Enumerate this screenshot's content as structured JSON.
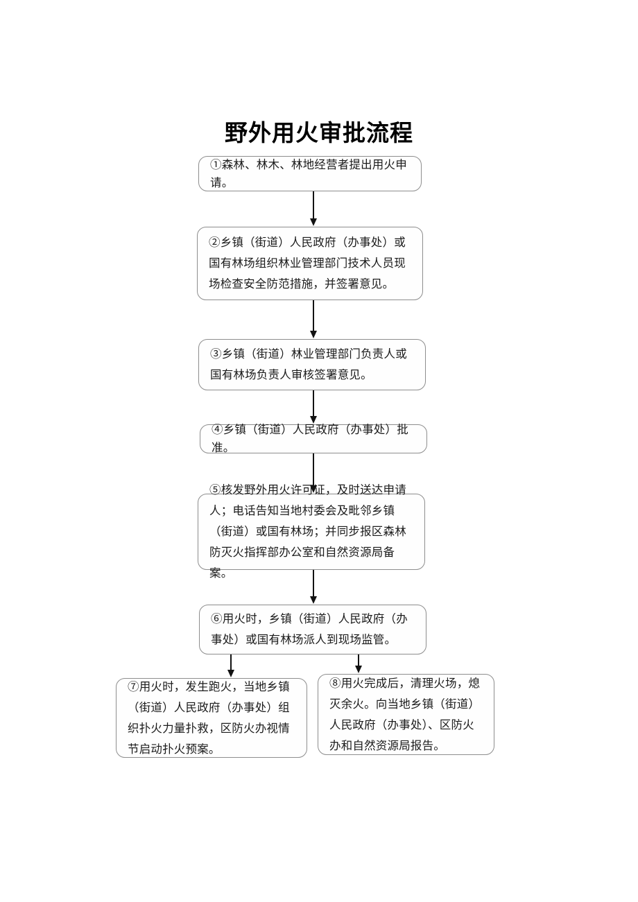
{
  "title": "野外用火审批流程",
  "diagram": {
    "type": "flowchart",
    "orientation": "top-to-bottom",
    "nodes": [
      {
        "id": "step1",
        "marker": "①",
        "text": "①森林、林木、林地经营者提出用火申请。"
      },
      {
        "id": "step2",
        "marker": "②",
        "text": "②乡镇（街道）人民政府（办事处）或国有林场组织林业管理部门技术人员现场检查安全防范措施，并签署意见。"
      },
      {
        "id": "step3",
        "marker": "③",
        "text": "③乡镇（街道）林业管理部门负责人或国有林场负责人审核签署意见。"
      },
      {
        "id": "step4",
        "marker": "④",
        "text": "④乡镇（街道）人民政府（办事处）批准。"
      },
      {
        "id": "step5",
        "marker": "⑤",
        "text": "⑤核发野外用火许可证，及时送达申请人；电话告知当地村委会及毗邻乡镇（街道）或国有林场；并同步报区森林防灭火指挥部办公室和自然资源局备案。"
      },
      {
        "id": "step6",
        "marker": "⑥",
        "text": "⑥用火时，乡镇（街道）人民政府（办事处）或国有林场派人到现场监管。"
      },
      {
        "id": "step7",
        "marker": "⑦",
        "text": "⑦用火时，发生跑火，当地乡镇（街道）人民政府（办事处）组织扑火力量扑救，区防火办视情节启动扑火预案。"
      },
      {
        "id": "step8",
        "marker": "⑧",
        "text": "⑧用火完成后，清理火场，熄灭余火。向当地乡镇（街道）人民政府（办事处）、区防火办和自然资源局报告。"
      }
    ],
    "edges": [
      {
        "from": "step1",
        "to": "step2",
        "style": "arrow-down"
      },
      {
        "from": "step2",
        "to": "step3",
        "style": "arrow-down"
      },
      {
        "from": "step3",
        "to": "step4",
        "style": "arrow-down"
      },
      {
        "from": "step4",
        "to": "step5",
        "style": "arrow-down"
      },
      {
        "from": "step5",
        "to": "step6",
        "style": "arrow-down"
      },
      {
        "from": "step6",
        "to": "step7",
        "style": "arrow-down"
      },
      {
        "from": "step6",
        "to": "step8",
        "style": "arrow-down"
      }
    ],
    "colors": {
      "node_border": "#8d8d8d",
      "node_fill": "#fefefe",
      "connector": "#121212",
      "text": "#1b1b1b",
      "title": "#000000",
      "page_background": "#ffffff"
    }
  }
}
